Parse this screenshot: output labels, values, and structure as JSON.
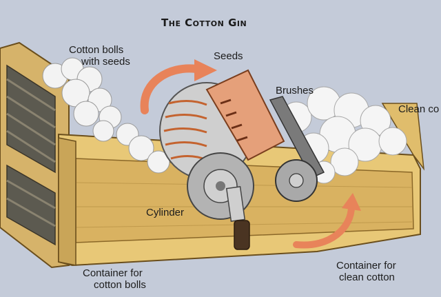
{
  "title": "The Cotton Gin",
  "labels": {
    "cotton_bolls": [
      "Cotton bolls",
      "with seeds"
    ],
    "seeds": "Seeds",
    "brushes": "Brushes",
    "clean_cotton_top": "Clean co",
    "cylinder": "Cylinder",
    "container_bolls": [
      "Container for",
      "cotton bolls"
    ],
    "container_clean": [
      "Container for",
      "clean cotton"
    ]
  },
  "colors": {
    "background": "#c4cbd9",
    "wood": "#e8c877",
    "wood_dark": "#b8903f",
    "arrow": "#e8835a",
    "cotton": "#f3f3f3",
    "metal": "#9a9a9a"
  }
}
